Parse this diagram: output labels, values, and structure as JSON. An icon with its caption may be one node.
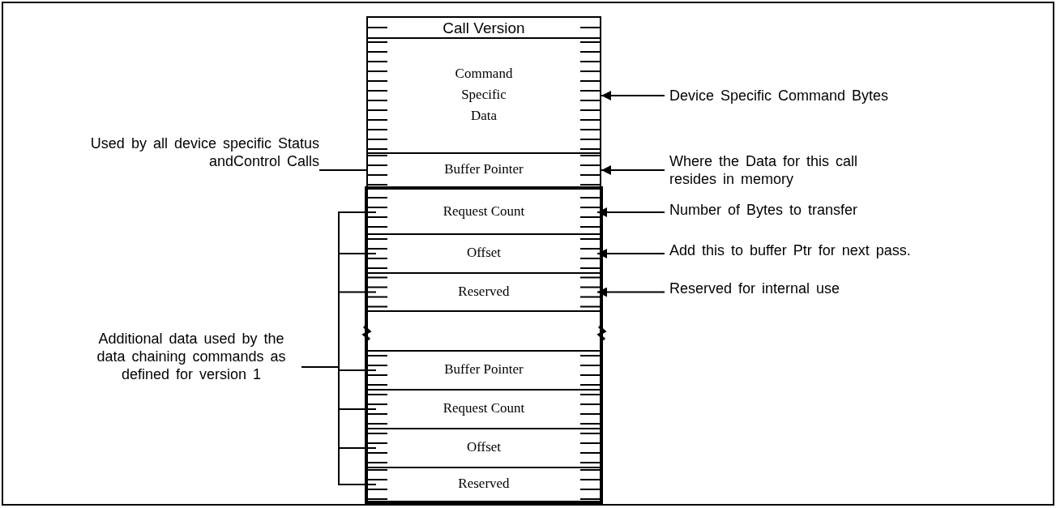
{
  "diagram": {
    "nodes": [
      {
        "text": [
          "Call Version"
        ]
      },
      {
        "text": [
          "Command Specific Data"
        ]
      },
      {
        "text": [
          "Buffer Pointer"
        ]
      },
      {
        "text": [],
        "shape": "box"
      },
      {
        "text": [
          "Request Count"
        ],
        "in": 3
      },
      {
        "text": [
          "Offset"
        ],
        "in": 3
      },
      {
        "text": [
          "Reserved"
        ],
        "in": 3
      },
      {
        "text": [],
        "shape": "box",
        "in": 3
      },
      {
        "text": [
          "Buffer Pointer"
        ],
        "in": 3
      },
      {
        "text": [
          "Request Count"
        ],
        "in": 3
      },
      {
        "text": [
          "Offset"
        ],
        "in": 3
      },
      {
        "text": [
          "Reserved"
        ],
        "in": 3
      },
      {
        "text": [
          "Device Specific Command Bytes"
        ]
      },
      {
        "text": [
          "Where the Data for this call resides in memory"
        ]
      },
      {
        "text": [
          "Number of Bytes to transfer"
        ]
      },
      {
        "text": [
          "Add this to buffer Ptr for next pass."
        ]
      },
      {
        "text": [
          "Reserved for internal use"
        ]
      },
      {
        "text": [
          "Used by all device specific Status andControl Calls"
        ]
      },
      {
        "text": [
          "Additional data used by the data chaining commands as defined for version 1"
        ]
      }
    ],
    "edges": [
      {
        "from": 12,
        "to": 1,
        "arrow": "to"
      },
      {
        "from": 13,
        "to": 2,
        "arrow": "to"
      },
      {
        "from": 14,
        "to": 4,
        "arrow": "to"
      },
      {
        "from": 15,
        "to": 5,
        "arrow": "to"
      },
      {
        "from": 16,
        "to": 6,
        "arrow": "to"
      },
      {
        "from": 17,
        "to": 2,
        "arrow": "none"
      },
      {
        "from": 18,
        "to": 4,
        "arrow": "none"
      },
      {
        "from": 18,
        "to": 5,
        "arrow": "none"
      },
      {
        "from": 18,
        "to": 6,
        "arrow": "none"
      },
      {
        "from": 18,
        "to": 8,
        "arrow": "none"
      },
      {
        "from": 18,
        "to": 9,
        "arrow": "none"
      },
      {
        "from": 18,
        "to": 10,
        "arrow": "none"
      },
      {
        "from": 18,
        "to": 11,
        "arrow": "none"
      }
    ]
  }
}
